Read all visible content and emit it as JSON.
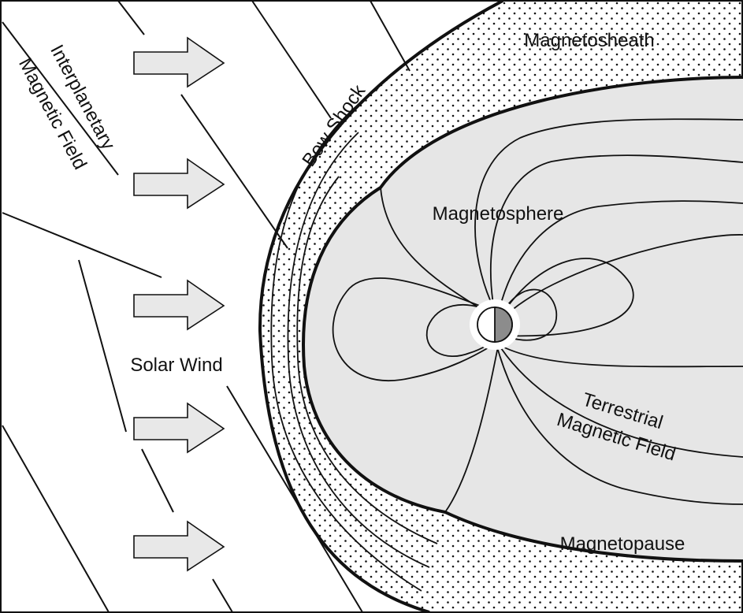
{
  "labels": {
    "interplanetary_line1": "Interplanetary",
    "interplanetary_line2": "Magnetic Field",
    "bow_shock": "Bow Shock",
    "magnetosheath": "Magnetosheath",
    "magnetosphere": "Magnetosphere",
    "solar_wind": "Solar Wind",
    "terrestrial_line1": "Terrestrial",
    "terrestrial_line2": "Magnetic Field",
    "magnetopause": "Magnetopause"
  },
  "colors": {
    "magnetosphere_fill": "#e6e6e6",
    "arrow_fill": "#e8e8e8",
    "earth_dark_half": "#8c8c8c",
    "stroke": "#111111"
  }
}
